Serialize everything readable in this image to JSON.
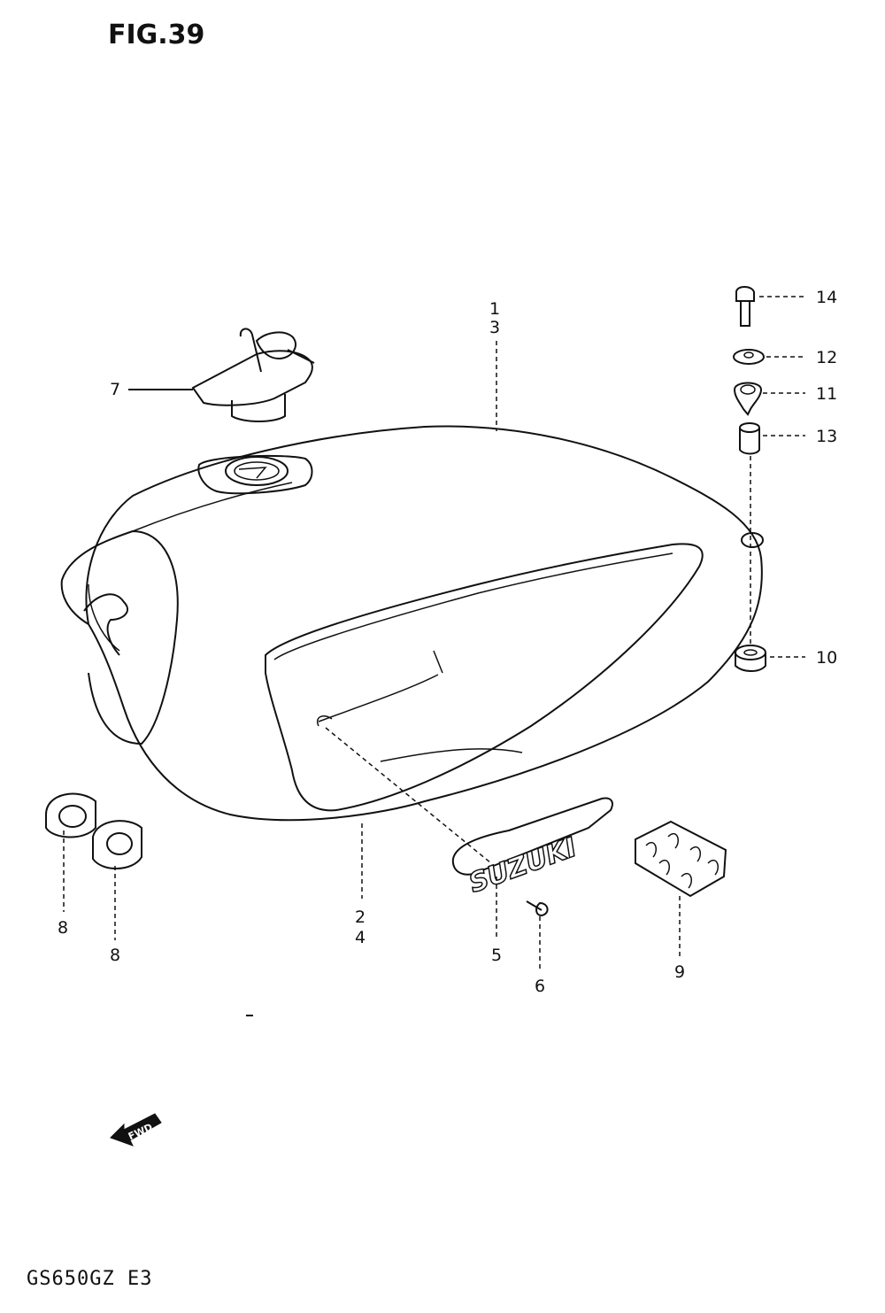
{
  "figure": {
    "title": "FIG.39",
    "model_code": "GS650GZ E3",
    "direction_marker": "FWD",
    "emblem_text": "SUZUKI"
  },
  "callouts": [
    {
      "id": "1-3",
      "text_top": "1",
      "text_bottom": "3"
    },
    {
      "id": "2-4",
      "text_top": "2",
      "text_bottom": "4"
    },
    {
      "id": "5",
      "text": "5"
    },
    {
      "id": "6",
      "text": "6"
    },
    {
      "id": "7",
      "text": "7"
    },
    {
      "id": "8a",
      "text": "8"
    },
    {
      "id": "8b",
      "text": "8"
    },
    {
      "id": "9",
      "text": "9"
    },
    {
      "id": "10",
      "text": "10"
    },
    {
      "id": "11",
      "text": "11"
    },
    {
      "id": "12",
      "text": "12"
    },
    {
      "id": "13",
      "text": "13"
    },
    {
      "id": "14",
      "text": "14"
    }
  ]
}
